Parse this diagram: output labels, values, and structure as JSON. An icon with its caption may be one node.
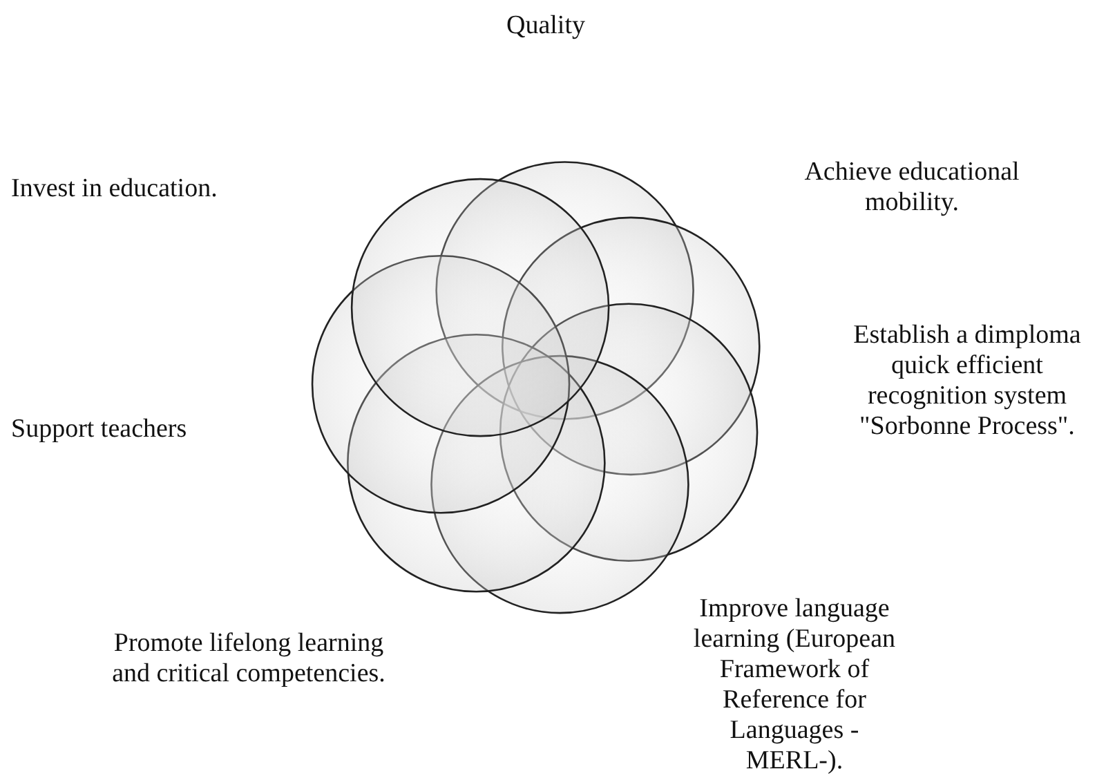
{
  "diagram": {
    "labels": [
      "Quality",
      "Invest in education.",
      "Achieve educational mobility.",
      "Establish a dimploma quick efficient recognition system \"Sorbonne Process\".",
      "Support teachers",
      "Promote lifelong learning and critical competencies.",
      "Improve language learning (European Framework of Reference for Languages -MERL-)."
    ]
  }
}
